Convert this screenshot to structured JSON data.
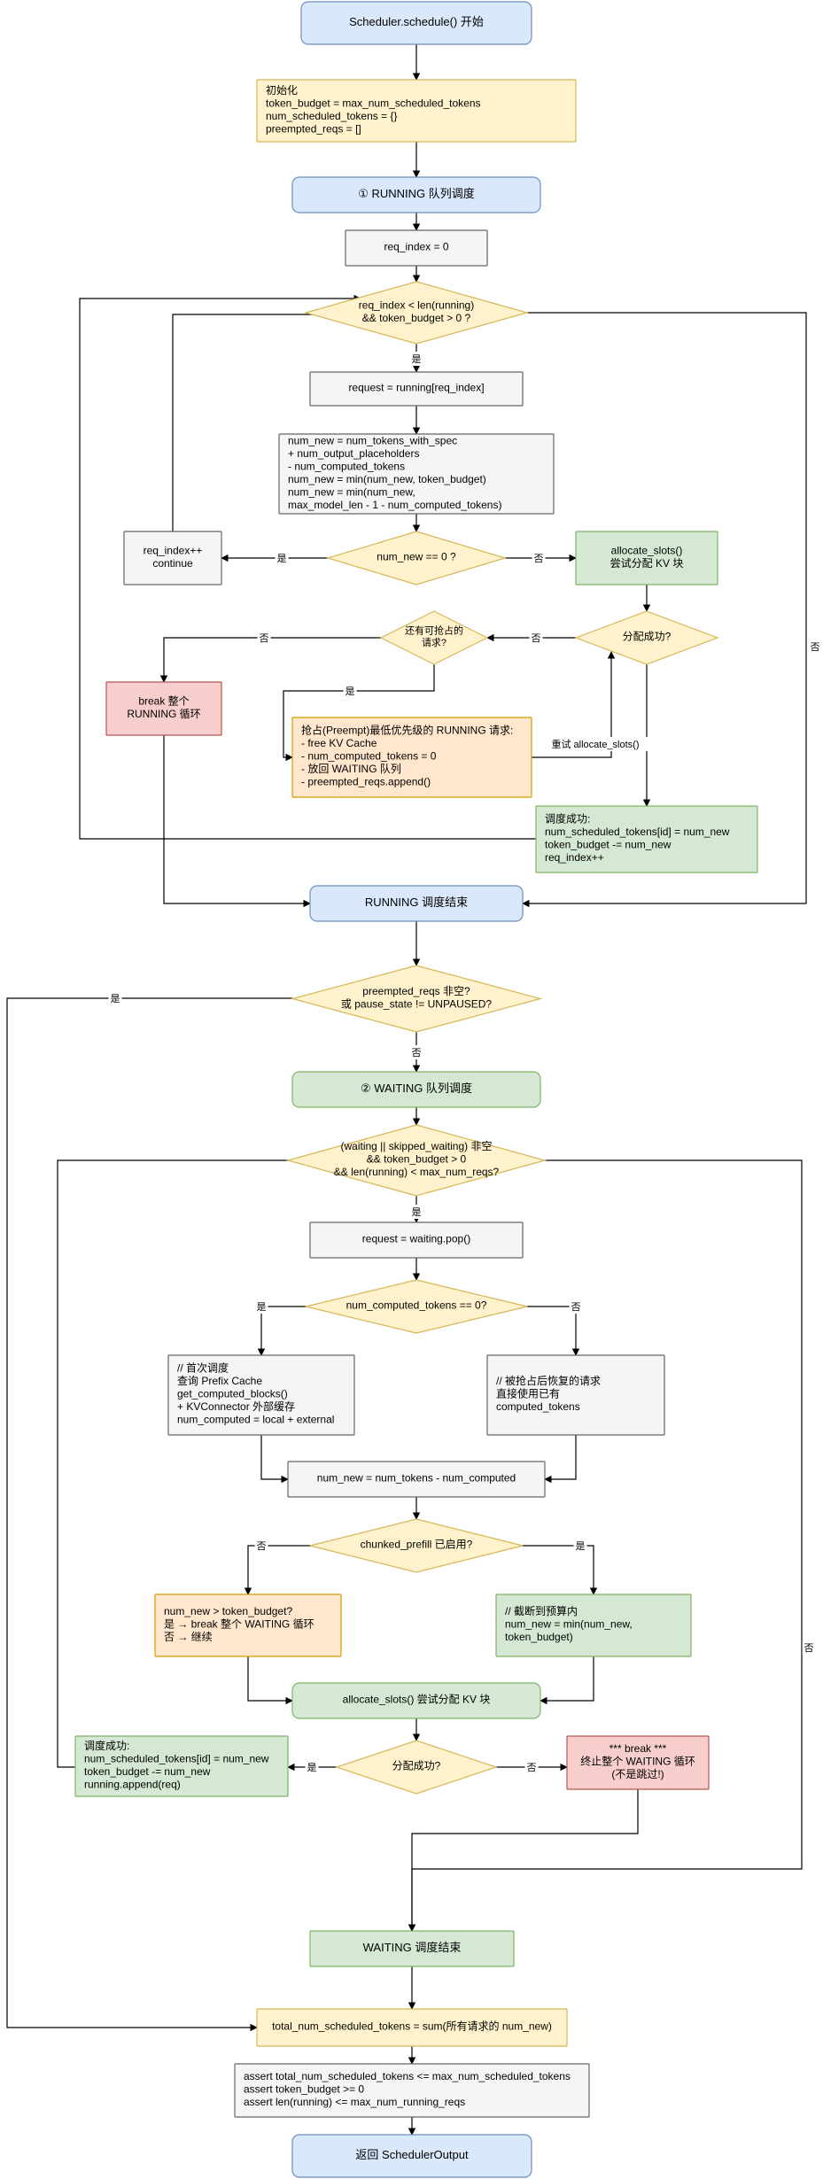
{
  "colors": {
    "blue_fill": "#dae8fc",
    "blue_stroke": "#6c8ebf",
    "yellow_fill": "#fff2cc",
    "yellow_stroke": "#d6b656",
    "gray_fill": "#f5f5f5",
    "gray_stroke": "#666666",
    "green_fill": "#d5e8d4",
    "green_stroke": "#82b366",
    "red_fill": "#f8cecc",
    "red_stroke": "#b85450",
    "orange_fill": "#ffe6cc",
    "orange_stroke": "#d79b00",
    "edge": "#000000"
  },
  "nodes": {
    "start": [
      "Scheduler.schedule() 开始"
    ],
    "init": [
      "初始化",
      "token_budget = max_num_scheduled_tokens",
      "num_scheduled_tokens = {}",
      "preempted_reqs = []"
    ],
    "running_phase": [
      "① RUNNING 队列调度"
    ],
    "req_index_init": [
      "req_index = 0"
    ],
    "running_loop_cond": [
      "req_index < len(running)",
      "&& token_budget > 0 ?"
    ],
    "get_request": [
      "request = running[req_index]"
    ],
    "compute_num_new": [
      "num_new = num_tokens_with_spec",
      "+ num_output_placeholders",
      "- num_computed_tokens",
      "num_new = min(num_new, token_budget)",
      "num_new = min(num_new,",
      "max_model_len - 1 - num_computed_tokens)"
    ],
    "skip_continue": [
      "req_index++",
      "continue"
    ],
    "num_new_zero": [
      "num_new == 0 ?"
    ],
    "allocate_running": [
      "allocate_slots()",
      "尝试分配 KV 块"
    ],
    "can_preempt": [
      "还有可抢占的",
      "请求?"
    ],
    "alloc_success_running": [
      "分配成功?"
    ],
    "break_running": [
      "break 整个",
      "RUNNING 循环"
    ],
    "preempt": [
      "抢占(Preempt)最低优先级的 RUNNING 请求:",
      "- free KV Cache",
      "- num_computed_tokens = 0",
      "- 放回 WAITING 队列",
      "- preempted_reqs.append()"
    ],
    "sched_success_running": [
      "调度成功:",
      "num_scheduled_tokens[id] = num_new",
      "token_budget -= num_new",
      "req_index++"
    ],
    "running_end": [
      "RUNNING 调度结束"
    ],
    "preempted_check": [
      "preempted_reqs 非空?",
      "或 pause_state != UNPAUSED?"
    ],
    "waiting_phase": [
      "② WAITING 队列调度"
    ],
    "waiting_loop_cond": [
      "(waiting || skipped_waiting) 非空",
      "&& token_budget > 0",
      "&& len(running) < max_num_reqs?"
    ],
    "waiting_pop": [
      "request = waiting.pop()"
    ],
    "computed_zero": [
      "num_computed_tokens == 0?"
    ],
    "first_schedule": [
      "// 首次调度",
      "查询 Prefix Cache",
      "get_computed_blocks()",
      "+ KVConnector 外部缓存",
      "num_computed = local + external"
    ],
    "resumed": [
      "// 被抢占后恢复的请求",
      "直接使用已有",
      "computed_tokens"
    ],
    "num_new_waiting": [
      "num_new = num_tokens - num_computed"
    ],
    "chunked_prefill": [
      "chunked_prefill 已启用?"
    ],
    "over_budget": [
      "num_new > token_budget?",
      "是 → break 整个 WAITING 循环",
      "否 → 继续"
    ],
    "truncate": [
      "// 截断到预算内",
      "num_new = min(num_new,",
      "token_budget)"
    ],
    "allocate_waiting": [
      "allocate_slots() 尝试分配 KV 块"
    ],
    "sched_success_waiting": [
      "调度成功:",
      "num_scheduled_tokens[id] = num_new",
      "token_budget -= num_new",
      "running.append(req)"
    ],
    "alloc_success_waiting": [
      "分配成功?"
    ],
    "break_waiting": [
      "*** break ***",
      "终止整个 WAITING 循环",
      "(不是跳过!)"
    ],
    "waiting_end": [
      "WAITING 调度结束"
    ],
    "total_sum": [
      "total_num_scheduled_tokens = sum(所有请求的 num_new)"
    ],
    "asserts": [
      "assert total_num_scheduled_tokens <= max_num_scheduled_tokens",
      "assert token_budget >= 0",
      "assert len(running) <= max_num_running_reqs"
    ],
    "return": [
      "返回 SchedulerOutput"
    ]
  },
  "edge_labels": {
    "yes": "是",
    "no": "否",
    "retry": "重试 allocate_slots()"
  }
}
